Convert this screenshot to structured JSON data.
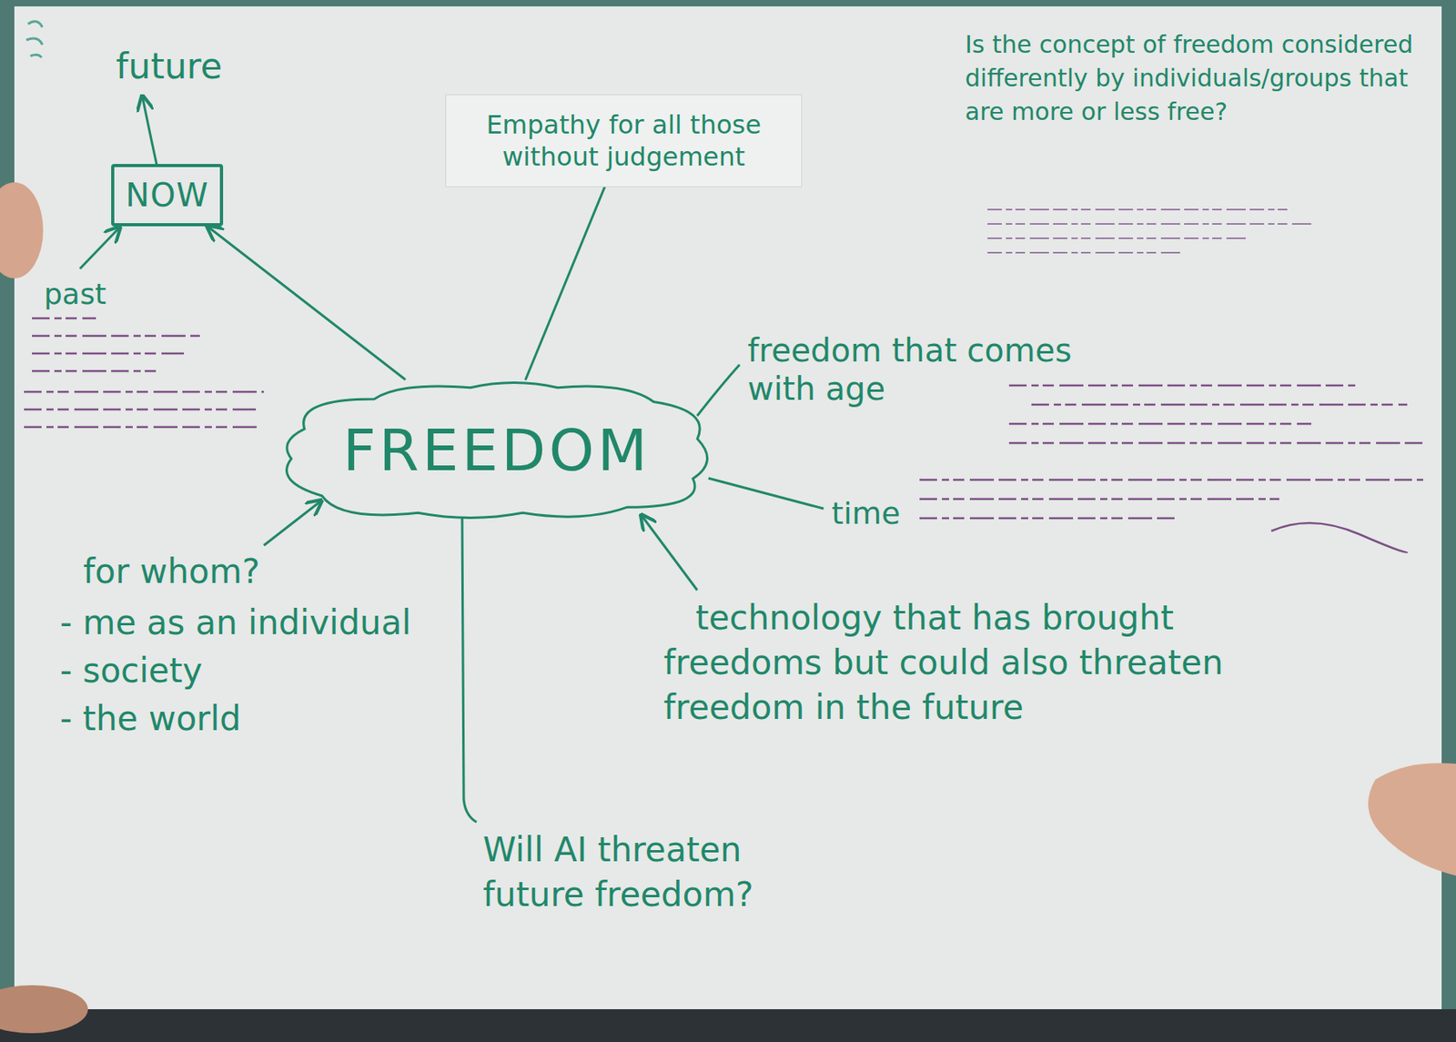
{
  "diagram": {
    "nodes": [
      {
        "text": [
          "NOW"
        ]
      },
      {
        "text": [
          "Empathy for all those without judgement"
        ]
      },
      {
        "text": [
          "FREEDOM"
        ]
      }
    ],
    "edges": [
      {
        "from": 2,
        "to": 0,
        "arrow": "to"
      },
      {
        "from": 2,
        "to": 1,
        "arrow": "none"
      }
    ],
    "labels": [
      "future",
      "past",
      "Is the concept of freedom considered differently by individuals/groups that are more or less free?",
      "freedom that comes with age",
      "time",
      "for whom?",
      "- me as an individual",
      "- society",
      "- the world",
      "technology that has brought freedoms but could also threaten freedom in the future",
      "Will AI threaten future freedom?"
    ]
  }
}
